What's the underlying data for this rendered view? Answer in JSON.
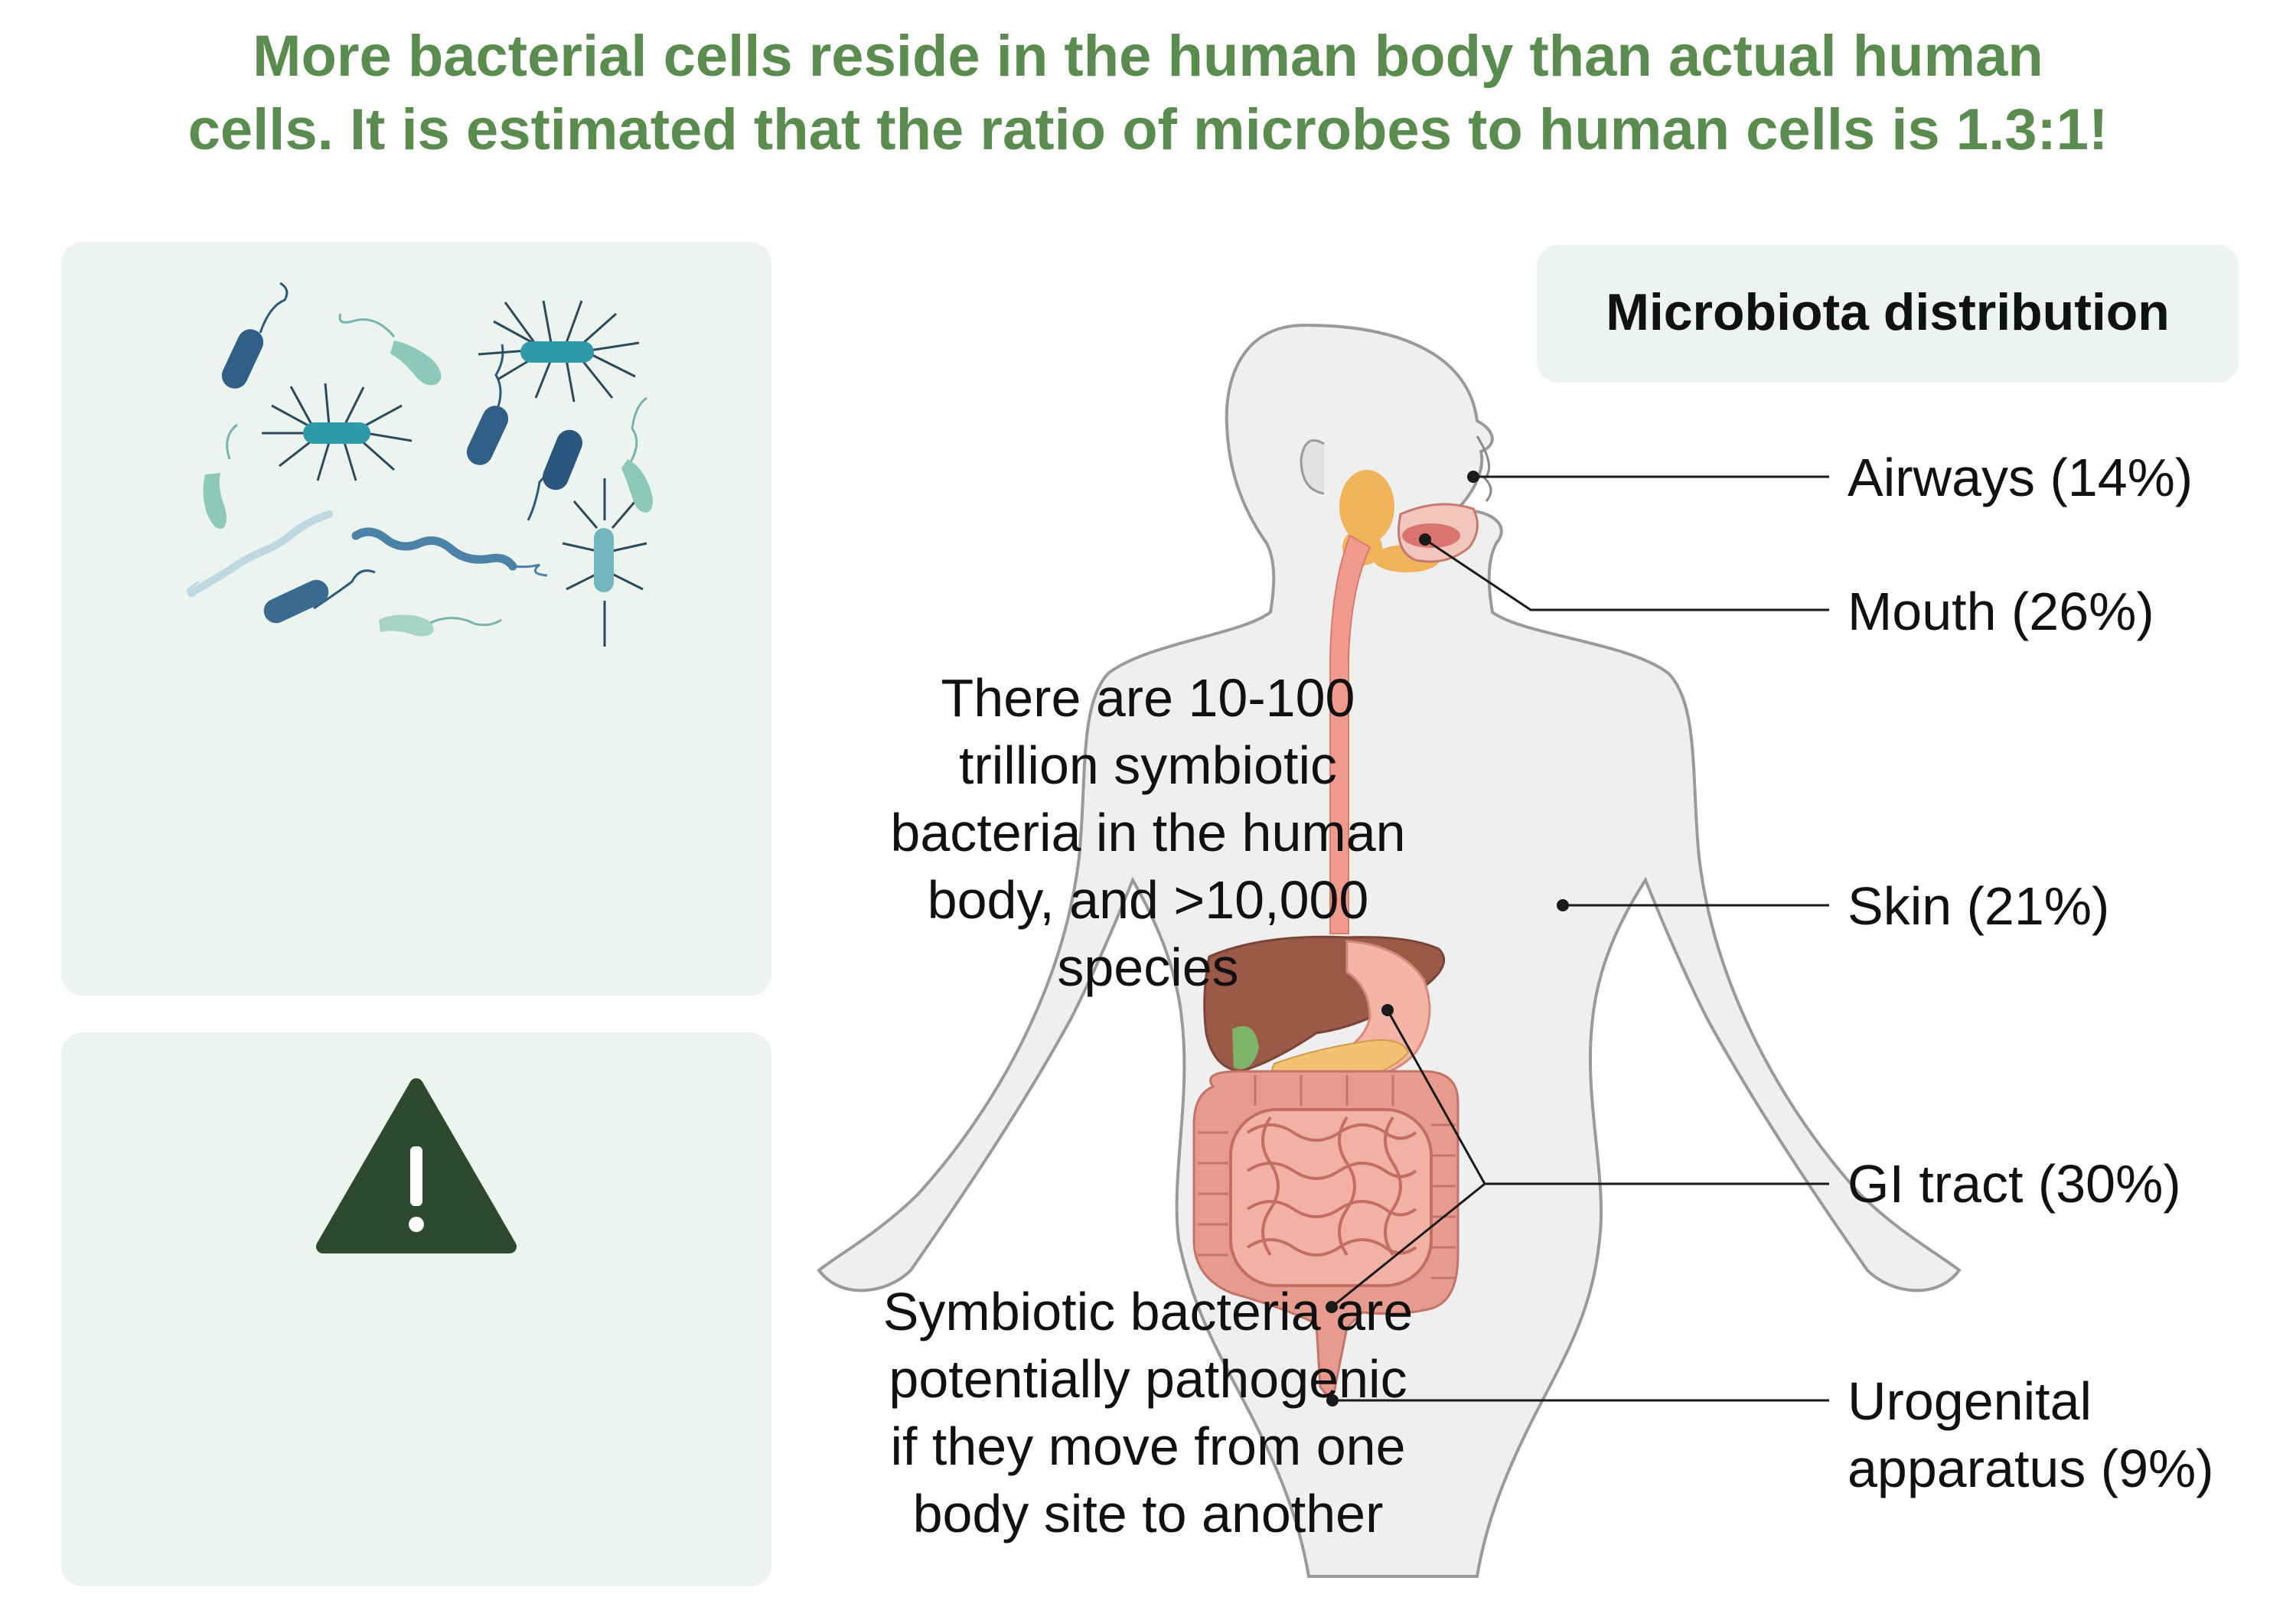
{
  "headline": {
    "line1": "More bacterial cells reside in the human body than actual human",
    "line2": "cells. It is estimated that the ratio of microbes to human cells is 1.3:1!"
  },
  "facts_panel": {
    "lines": [
      "There are 10-100",
      "trillion symbiotic",
      "bacteria in the human",
      "body, and >10,000",
      "species"
    ]
  },
  "warning_panel": {
    "icon": "warning-triangle-icon",
    "lines": [
      "Symbiotic bacteria are",
      "potentially pathogenic",
      "if they move from one",
      "body site to another"
    ]
  },
  "distribution": {
    "title": "Microbiota distribution",
    "labels": {
      "airways": "Airways (14%)",
      "mouth": "Mouth (26%)",
      "skin": "Skin (21%)",
      "gi_tract": "GI tract (30%)",
      "urogenital_line1": "Urogenital",
      "urogenital_line2": "apparatus (9%)"
    }
  },
  "colors": {
    "headline": "#5b8c4f",
    "panel_background": "#edf3ee",
    "warning_icon": "#2e4a2e",
    "body_fill": "#efefef",
    "body_outline": "#9a9a9a",
    "intestine": "#e79a8e",
    "liver": "#9b5a48",
    "esophagus": "#ef9a8c"
  }
}
